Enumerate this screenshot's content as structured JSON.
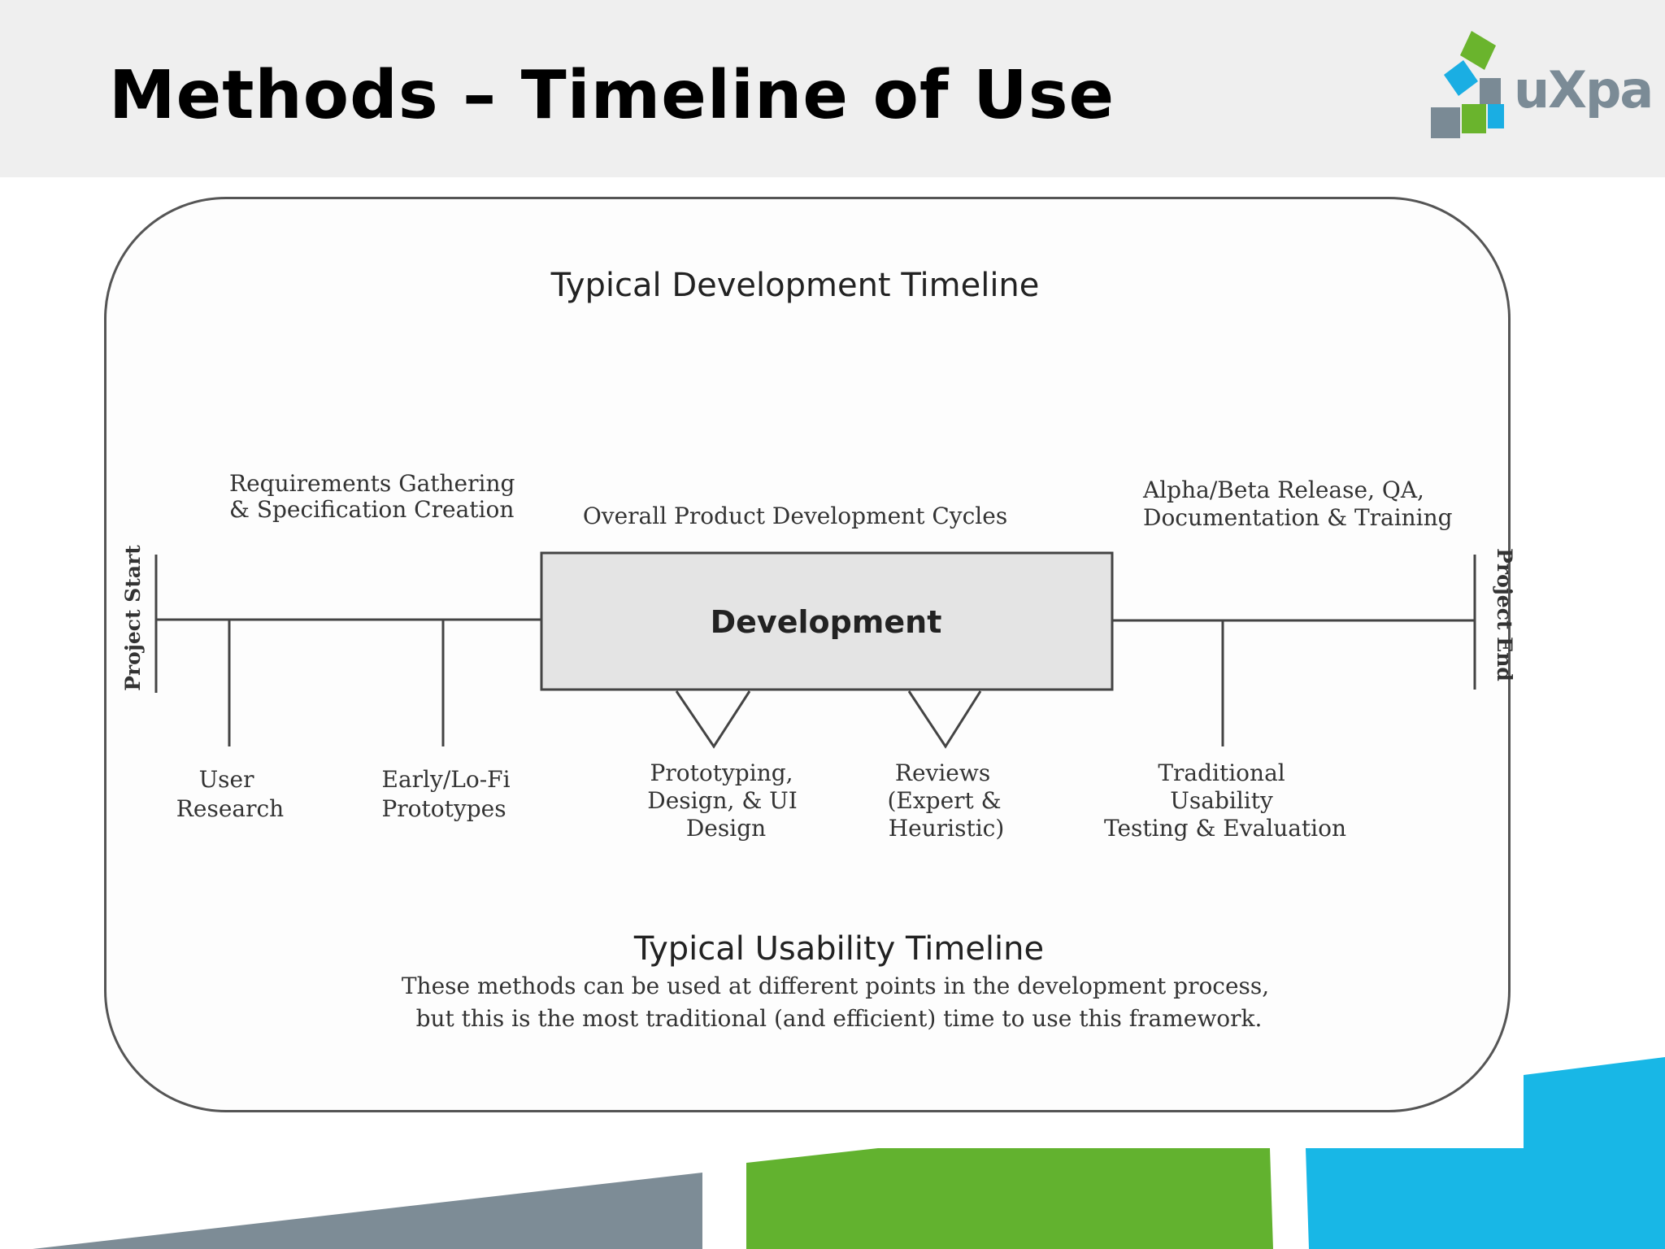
{
  "slide": {
    "title": "Methods – Timeline of Use"
  },
  "logo": {
    "text": "uXpa",
    "colors": {
      "green": "#6ab42d",
      "blue": "#1aaee3",
      "gray": "#7a8a95"
    }
  },
  "diagram": {
    "top_title": "Typical Development Timeline",
    "start_label": "Project Start",
    "end_label": "Project End",
    "box_label": "Development",
    "above_labels": {
      "requirements": [
        "Requirements Gathering",
        "& Specification Creation"
      ],
      "cycles": "Overall Product Development Cycles",
      "release": [
        "Alpha/Beta Release, QA,",
        "Documentation & Training"
      ]
    },
    "below_labels": {
      "user_research": [
        "User",
        "Research"
      ],
      "prototypes": [
        "Early/Lo-Fi",
        "Prototypes"
      ],
      "prototyping": [
        "Prototyping,",
        "Design, & UI",
        "Design"
      ],
      "reviews": [
        "Reviews",
        "(Expert &",
        "Heuristic)"
      ],
      "usability": [
        "Traditional",
        "Usability",
        "Testing & Evaluation"
      ]
    },
    "bottom_title": "Typical Usability Timeline",
    "caption": [
      "These methods can be used at different points in the development process,",
      "but this is the most traditional (and efficient) time to use this framework."
    ]
  },
  "footer": {
    "colors": {
      "gray": "#7d8c96",
      "green": "#62b22f",
      "blue": "#18b7e6"
    }
  }
}
